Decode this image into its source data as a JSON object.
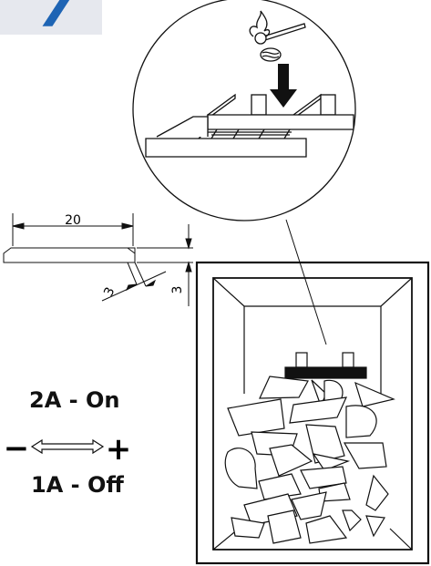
{
  "page": {
    "step_number": "7"
  },
  "kindling": {
    "length_label": "20",
    "width_label": "3",
    "height_label": "3"
  },
  "damper": {
    "on_label": "2A - On",
    "off_label": "1A - Off",
    "minus_symbol": "−",
    "plus_symbol": "+"
  },
  "colors": {
    "accent": "#1e64b4",
    "line": "#111111",
    "tab_bg": "#e6e8ee"
  },
  "icons": [
    "match-icon",
    "firelighter-icon",
    "down-arrow-icon",
    "double-arrow-icon"
  ]
}
